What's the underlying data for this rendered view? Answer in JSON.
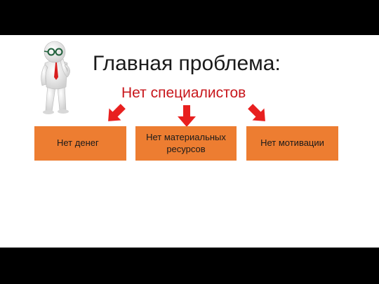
{
  "slide": {
    "title": "Главная проблема:",
    "subtitle": "Нет специалистов",
    "illustration": "thinking-person-with-tie-icon"
  },
  "boxes": [
    {
      "label": "Нет денег"
    },
    {
      "label": "Нет материальных ресурсов"
    },
    {
      "label": "Нет мотивации"
    }
  ],
  "colors": {
    "box_fill": "#ed7d31",
    "arrow": "#e8201f",
    "subtitle": "#c8171c",
    "background": "#ffffff",
    "letterbox": "#000000"
  }
}
